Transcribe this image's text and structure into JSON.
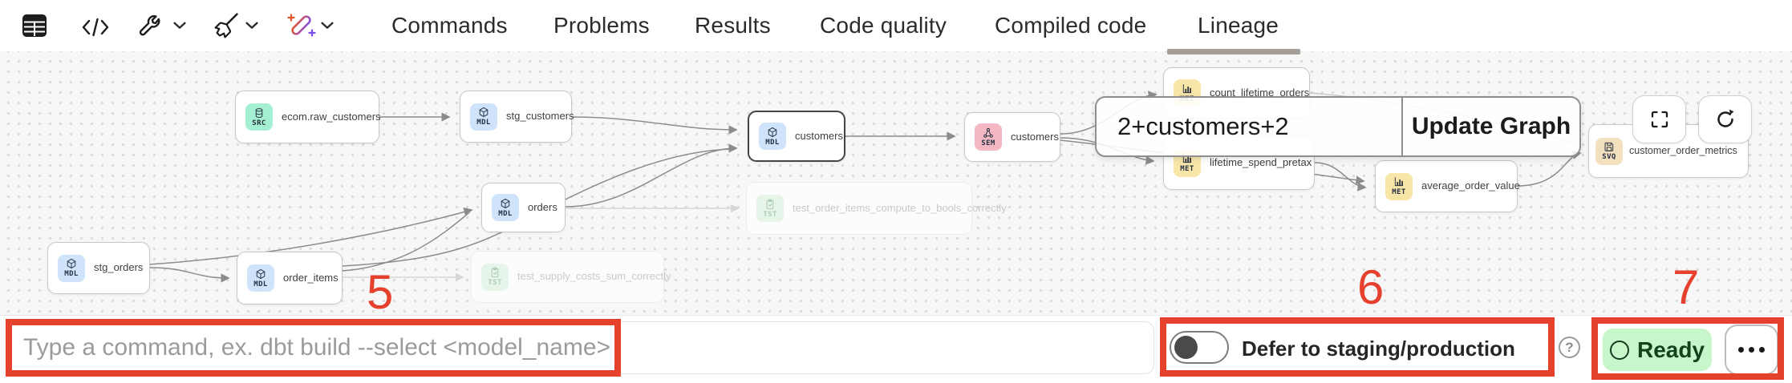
{
  "header": {
    "icons": [
      "table-view-icon",
      "code-icon",
      "wrench-icon",
      "chevron-down-icon",
      "broom-icon",
      "chevron-down-icon",
      "ai-wand-icon",
      "chevron-down-icon"
    ],
    "tabs": [
      {
        "label": "Commands",
        "active": false
      },
      {
        "label": "Problems",
        "active": false
      },
      {
        "label": "Results",
        "active": false
      },
      {
        "label": "Code quality",
        "active": false
      },
      {
        "label": "Compiled code",
        "active": false
      },
      {
        "label": "Lineage",
        "active": true
      }
    ]
  },
  "lineage": {
    "nodes": [
      {
        "label": "ecom.raw_customers",
        "badge": "SRC",
        "type": "source"
      },
      {
        "label": "stg_customers",
        "badge": "MDL",
        "type": "model"
      },
      {
        "label": "customers",
        "badge": "MDL",
        "type": "model",
        "selected": true
      },
      {
        "label": "customers",
        "badge": "SEM",
        "type": "semantic"
      },
      {
        "label": "count_lifetime_orders",
        "badge": "MET",
        "type": "metric"
      },
      {
        "label": "lifetime_spend_pretax",
        "badge": "MET",
        "type": "metric"
      },
      {
        "label": "average_order_value",
        "badge": "MET",
        "type": "metric"
      },
      {
        "label": "customer_order_metrics",
        "badge": "SVQ",
        "type": "saved-query"
      },
      {
        "label": "stg_orders",
        "badge": "MDL",
        "type": "model"
      },
      {
        "label": "order_items",
        "badge": "MDL",
        "type": "model"
      },
      {
        "label": "orders",
        "badge": "MDL",
        "type": "model"
      },
      {
        "label": "test_order_items_compute_to_bools_correctly",
        "badge": "TST",
        "type": "test",
        "faded": true
      },
      {
        "label": "test_supply_costs_sum_correctly",
        "badge": "TST",
        "type": "test",
        "faded": true
      }
    ],
    "selector": {
      "value": "2+customers+2",
      "button": "Update Graph"
    },
    "controls": [
      "fullscreen-icon",
      "refresh-icon"
    ]
  },
  "footer": {
    "command_placeholder": "Type a command, ex. dbt build --select <model_name>",
    "defer_label": "Defer to staging/production",
    "defer_state": "off",
    "help": "?",
    "ready_label": "Ready",
    "more": "ellipsis-icon"
  },
  "annotations": {
    "numbers": [
      "5",
      "6",
      "7"
    ],
    "color": "#e5412d"
  },
  "colors": {
    "annotation_red": "#e5412d",
    "canvas_bg": "#f7f7f8",
    "badge_src": "#a5f0d2",
    "badge_mdl": "#cfe4fa",
    "badge_sem": "#f4b7c4",
    "badge_met": "#f8e6a9",
    "badge_tst": "#ddefe0",
    "badge_svq": "#f3e0bf",
    "ready_bg": "#c7f6cb",
    "active_tab_underline": "#a49e98"
  }
}
